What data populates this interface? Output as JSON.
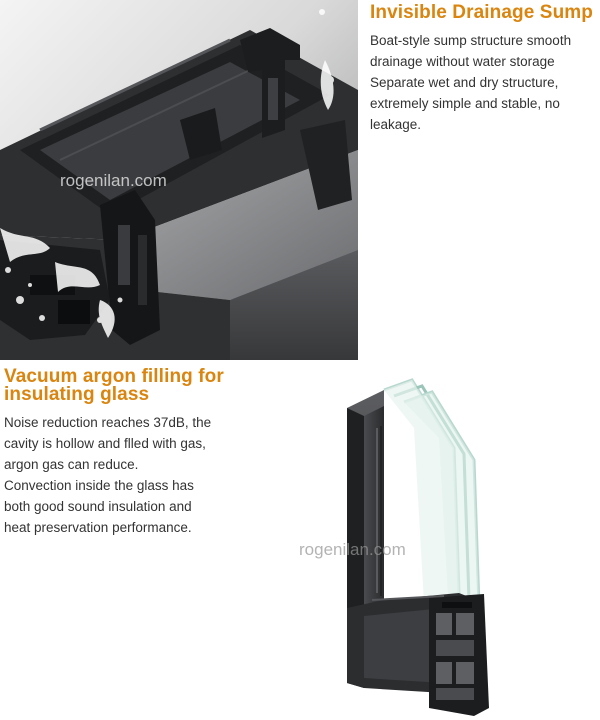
{
  "section1": {
    "heading": "Invisible Drainage Sump",
    "body": "Boat-style sump structure smooth\ndrainage without water storage\nSeparate wet and dry structure,\nextremely simple and stable, no\nleakage."
  },
  "section2": {
    "heading": "Vacuum argon filling for insulating glass",
    "body": "Noise reduction reaches 37dB, the\ncavity is hollow and flled with gas,\nargon gas can reduce.\nConvection inside the glass has\nboth good sound insulation and\nheat preservation performance."
  },
  "watermark": "rogenilan.com",
  "colors": {
    "heading": "#d9850f",
    "body_text": "#333333",
    "frame_dark": "#2b2c2e",
    "background": "#ffffff"
  }
}
